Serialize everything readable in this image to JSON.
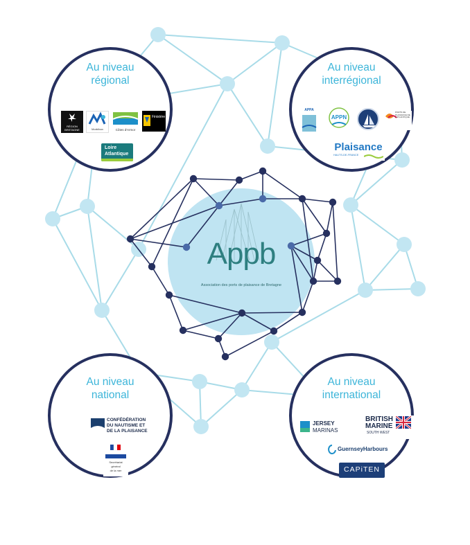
{
  "center": {
    "name": "Appb",
    "subtitle": "Association des ports de plaisance de Bretagne"
  },
  "regional": {
    "title_line1": "Au niveau",
    "title_line2": "régional",
    "logos": {
      "bretagne": "RÉGION BRETAGNE",
      "morbihan": "Morbihan",
      "cotes_armor": "Côtes d'Armor",
      "finistere": "Finistère",
      "loire_line1": "Loire",
      "loire_line2": "Atlantique"
    }
  },
  "interregional": {
    "title_line1": "Au niveau",
    "title_line2": "interrégional",
    "logos": {
      "appa": "APPA",
      "appn": "APPN",
      "pao": "PORTS DE PLAISANCE DE L'ATLANTIQUE",
      "plaisance": "Plaisance",
      "plaisance_sub": "HAUTS-DE-FRANCE"
    }
  },
  "national": {
    "title_line1": "Au niveau",
    "title_line2": "national",
    "logos": {
      "cnp_line1": "CONFÉDÉRATION",
      "cnp_line2": "DU NAUTISME ET",
      "cnp_line3": "DE LA PLAISANCE",
      "gov_line1": "Secrétariat",
      "gov_line2": "général",
      "gov_line3": "de la mer"
    }
  },
  "international": {
    "title_line1": "Au niveau",
    "title_line2": "international",
    "logos": {
      "jersey_line1": "JERSEY",
      "jersey_line2": "MARINAS",
      "bm_line1": "BRITISH",
      "bm_line2": "MARINE",
      "bm_line3": "SOUTH WEST",
      "guernsey": "GuernseyHarbours",
      "capiten": "CAPiTEN"
    }
  },
  "colors": {
    "navy": "#26305f",
    "light_line": "#a8dbe8",
    "light_node": "#c2e6f2",
    "title": "#3cb5d9",
    "center_disc": "#bfe4f2",
    "center_text": "#2e7f80"
  }
}
